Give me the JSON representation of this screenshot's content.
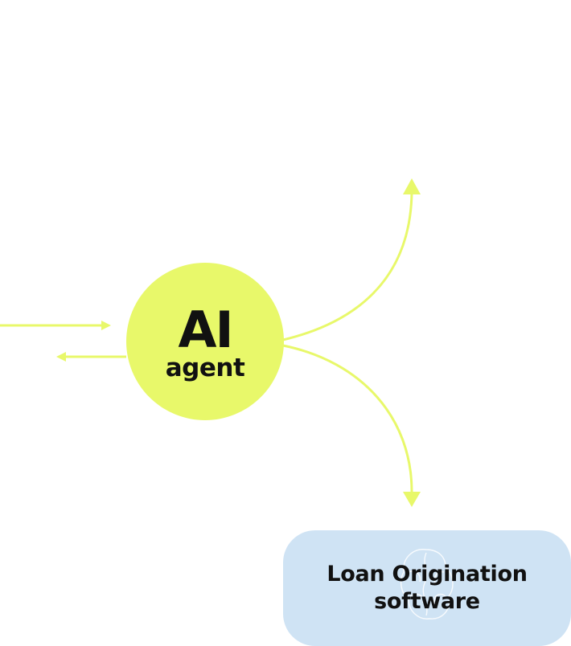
{
  "colors": {
    "agent_fill": "#e8f86a",
    "connector": "#e8f86a",
    "box_fill": "#cfe3f4",
    "text": "#111111"
  },
  "agent_node": {
    "title": "AI",
    "subtitle": "agent"
  },
  "target_node": {
    "label": "Loan Origination\nsoftware",
    "watermark_icon": "brain-outline-icon"
  }
}
